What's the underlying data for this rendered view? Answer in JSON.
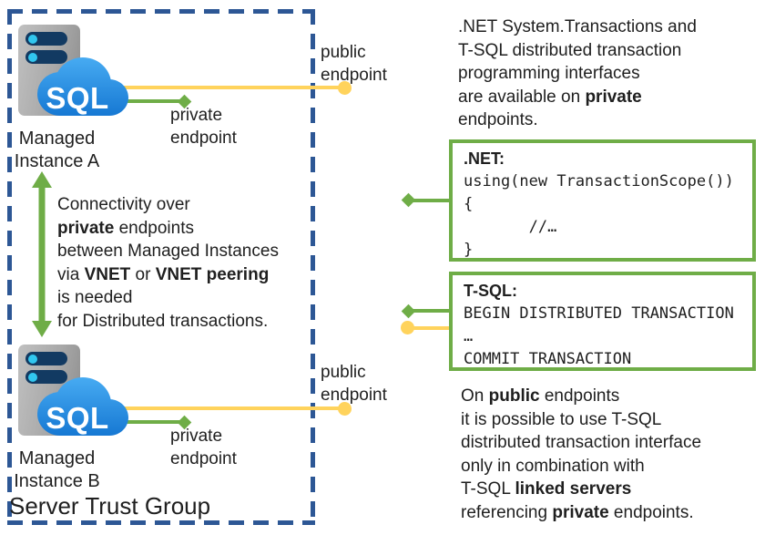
{
  "colors": {
    "green": "#6fad47",
    "yellow": "#ffd35c",
    "trust-blue": "#2d5795",
    "text": "#1f1f1f",
    "cloud-blue": "#2e9be6",
    "server-gray": "#a9a9a9",
    "slot-navy": "#123a62",
    "led-cyan": "#31c7ef"
  },
  "server_trust_group": {
    "label": "Server Trust Group",
    "sql_badge": "SQL",
    "instance_a": {
      "name_lines": [
        "Managed",
        "Instance A"
      ]
    },
    "instance_b": {
      "name_lines": [
        "Managed",
        "Instance B"
      ]
    },
    "connectivity_note": [
      [
        {
          "t": "Connectivity over"
        }
      ],
      [
        {
          "t": "private",
          "b": true
        },
        {
          "t": " endpoints"
        }
      ],
      [
        {
          "t": "between Managed Instances"
        }
      ],
      [
        {
          "t": "via "
        },
        {
          "t": "VNET",
          "b": true
        },
        {
          "t": " or "
        },
        {
          "t": "VNET peering",
          "b": true
        }
      ],
      [
        {
          "t": "is needed"
        }
      ],
      [
        {
          "t": "for Distributed transactions."
        }
      ]
    ]
  },
  "endpoint_labels": {
    "public": "public endpoint",
    "private": "private endpoint"
  },
  "notes": {
    "top": [
      [
        {
          "t": ".NET System.Transactions and"
        }
      ],
      [
        {
          "t": "T-SQL distributed transaction"
        }
      ],
      [
        {
          "t": "programming interfaces"
        }
      ],
      [
        {
          "t": "are available on "
        },
        {
          "t": "private",
          "b": true
        }
      ],
      [
        {
          "t": "endpoints."
        }
      ]
    ],
    "bottom": [
      [
        {
          "t": "On "
        },
        {
          "t": "public",
          "b": true
        },
        {
          "t": " endpoints"
        }
      ],
      [
        {
          "t": "it is possible to use T-SQL"
        }
      ],
      [
        {
          "t": "distributed transaction interface"
        }
      ],
      [
        {
          "t": "only in combination with"
        }
      ],
      [
        {
          "t": "T-SQL "
        },
        {
          "t": "linked servers",
          "b": true
        }
      ],
      [
        {
          "t": "referencing "
        },
        {
          "t": "private",
          "b": true
        },
        {
          "t": " endpoints."
        }
      ]
    ]
  },
  "code_boxes": {
    "dotnet": {
      "title": ".NET:",
      "lines": [
        "using(new TransactionScope())",
        "{",
        "       //…",
        "}"
      ]
    },
    "tsql": {
      "title": "T-SQL:",
      "lines": [
        "BEGIN DISTRIBUTED TRANSACTION",
        "…",
        "COMMIT TRANSACTION"
      ]
    }
  }
}
